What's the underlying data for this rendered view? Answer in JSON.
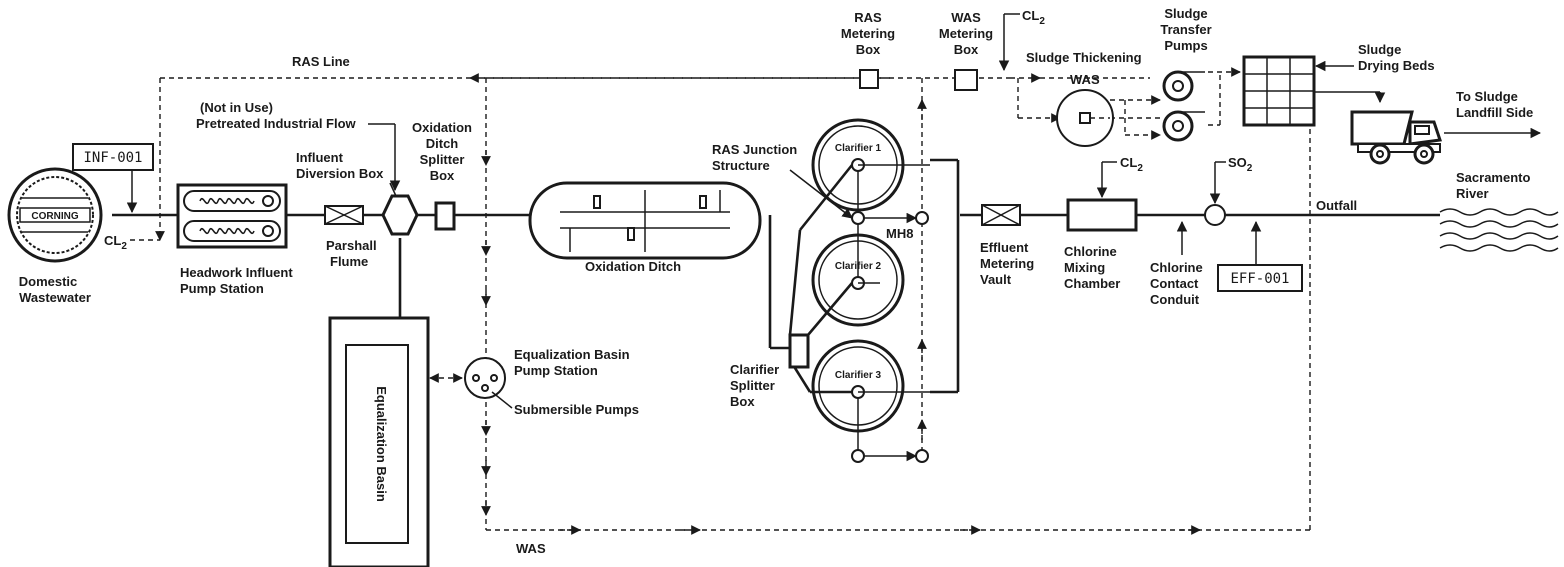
{
  "labels": {
    "domestic_wastewater": [
      "Domestic",
      "Wastewater"
    ],
    "corning_logo": "CORNING",
    "inf_001": "INF-001",
    "eff_001": "EFF-001",
    "cl2": "CL",
    "cl2_sub": "2",
    "so2": "SO",
    "so2_sub": "2",
    "headwork": [
      "Headwork Influent",
      "Pump Station"
    ],
    "ras_line": "RAS Line",
    "pretreated": [
      "(Not in Use)",
      "Pretreated Industrial Flow"
    ],
    "influent_diversion": [
      "Influent",
      "Diversion Box"
    ],
    "parshall": [
      "Parshall",
      "Flume"
    ],
    "oxidation_splitter": [
      "Oxidation",
      "Ditch",
      "Splitter",
      "Box"
    ],
    "oxidation_ditch": "Oxidation Ditch",
    "equalization_basin": "Equalization Basin",
    "eq_pump_station": [
      "Equalization Basin",
      "Pump Station"
    ],
    "submersible_pumps": "Submersible Pumps",
    "was_bottom": "WAS",
    "ras_junction": [
      "RAS Junction",
      "Structure"
    ],
    "clarifier_1": "Clarifier 1",
    "clarifier_2": "Clarifier 2",
    "clarifier_3": "Clarifier 3",
    "mh8": "MH8",
    "clarifier_splitter": [
      "Clarifier",
      "Splitter",
      "Box"
    ],
    "ras_metering": [
      "RAS",
      "Metering",
      "Box"
    ],
    "was_metering": [
      "WAS",
      "Metering",
      "Box"
    ],
    "sludge_thickening": "Sludge Thickening",
    "was_top": "WAS",
    "sludge_transfer": [
      "Sludge",
      "Transfer",
      "Pumps"
    ],
    "sludge_drying": [
      "Sludge",
      "Drying Beds"
    ],
    "to_sludge_landfill": [
      "To Sludge",
      "Landfill Side"
    ],
    "effluent_metering": [
      "Effluent",
      "Metering",
      "Vault"
    ],
    "chlorine_mixing": [
      "Chlorine",
      "Mixing",
      "Chamber"
    ],
    "chlorine_contact": [
      "Chlorine",
      "Contact",
      "Conduit"
    ],
    "outfall": "Outfall",
    "sacramento": [
      "Sacramento",
      "River"
    ]
  }
}
